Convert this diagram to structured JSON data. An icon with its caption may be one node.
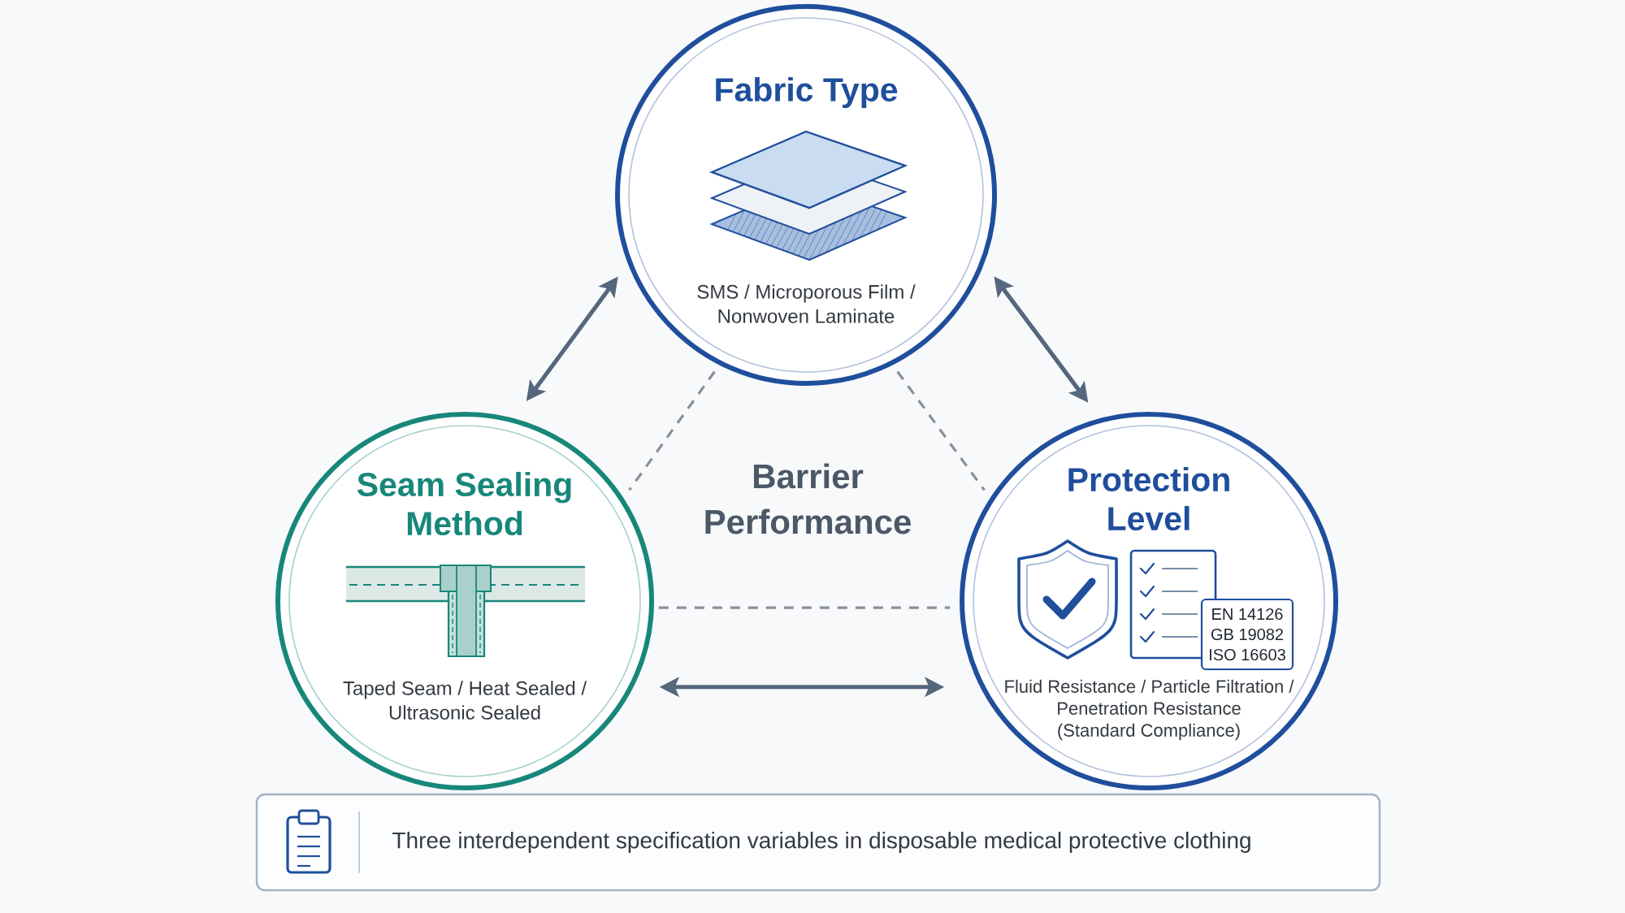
{
  "diagram": {
    "nodes": [
      {
        "text": [
          "Fabric Type",
          "SMS / Microporous Film / Nonwoven Laminate"
        ]
      },
      {
        "text": [
          "Seam Sealing Method",
          "Taped Seam / Heat Sealed / Ultrasonic Sealed"
        ]
      },
      {
        "text": [
          "Protection Level",
          "Fluid Resistance / Particle Filtration / Penetration Resistance (Standard Compliance)"
        ]
      },
      {
        "text": [
          "Three interdependent specification variables in disposable medical protective clothing"
        ]
      },
      {
        "text": [
          "EN 14126",
          "GB 19082",
          "ISO 16603"
        ],
        "in": 2
      }
    ],
    "edges": [
      {
        "from": 0,
        "to": 1,
        "arrow": "both"
      },
      {
        "from": 0,
        "to": 2,
        "arrow": "both"
      },
      {
        "from": 1,
        "to": 2,
        "arrow": "both"
      },
      {
        "from": 0,
        "to": 1,
        "arrow": "none",
        "style": "dashed",
        "color": "#8a9098"
      },
      {
        "from": 0,
        "to": 2,
        "arrow": "none",
        "style": "dashed",
        "color": "#8a9098"
      },
      {
        "from": 1,
        "to": 2,
        "arrow": "none",
        "style": "dashed",
        "color": "#8a9098"
      }
    ],
    "labels": [
      "Barrier Performance"
    ]
  }
}
